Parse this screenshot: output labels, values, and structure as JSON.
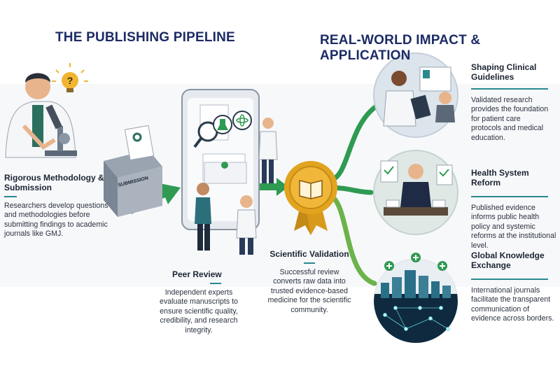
{
  "pipeline_title": "THE PUBLISHING PIPELINE",
  "impact_title": "REAL-WORLD IMPACT & APPLICATION",
  "box_label": "SUBMISSION",
  "steps": [
    {
      "title": "Rigorous Methodology & Submission",
      "body": "Researchers develop questions and methodologies before submitting findings to academic journals like GMJ."
    },
    {
      "title": "Peer Review",
      "body": "Independent experts evaluate manuscripts to ensure scientific quality, credibility, and research integrity."
    },
    {
      "title": "Scientific Validation",
      "body": "Successful review converts raw data into trusted evidence-based medicine for the scientific community."
    }
  ],
  "impacts": [
    {
      "title": "Shaping Clinical Guidelines",
      "body": "Validated research provides the foundation for patient care protocols and medical education."
    },
    {
      "title": "Health System Reform",
      "body": "Published evidence informs public health policy and systemic reforms at the institutional level."
    },
    {
      "title": "Global Knowledge Exchange",
      "body": "International journals facilitate the transparent communication of evidence across borders."
    }
  ],
  "colors": {
    "navy": "#1c2b66",
    "teal": "#2a8a8f",
    "green": "#2e9a52",
    "gold": "#e2a41f",
    "coat": "#f4f6f8",
    "slate": "#5b6877"
  },
  "icons": [
    "lightbulb-icon",
    "microscope-icon",
    "gear-icon",
    "magnifier-icon",
    "flask-icon",
    "atom-icon",
    "book-icon",
    "checklist-icon",
    "cross-icon"
  ]
}
